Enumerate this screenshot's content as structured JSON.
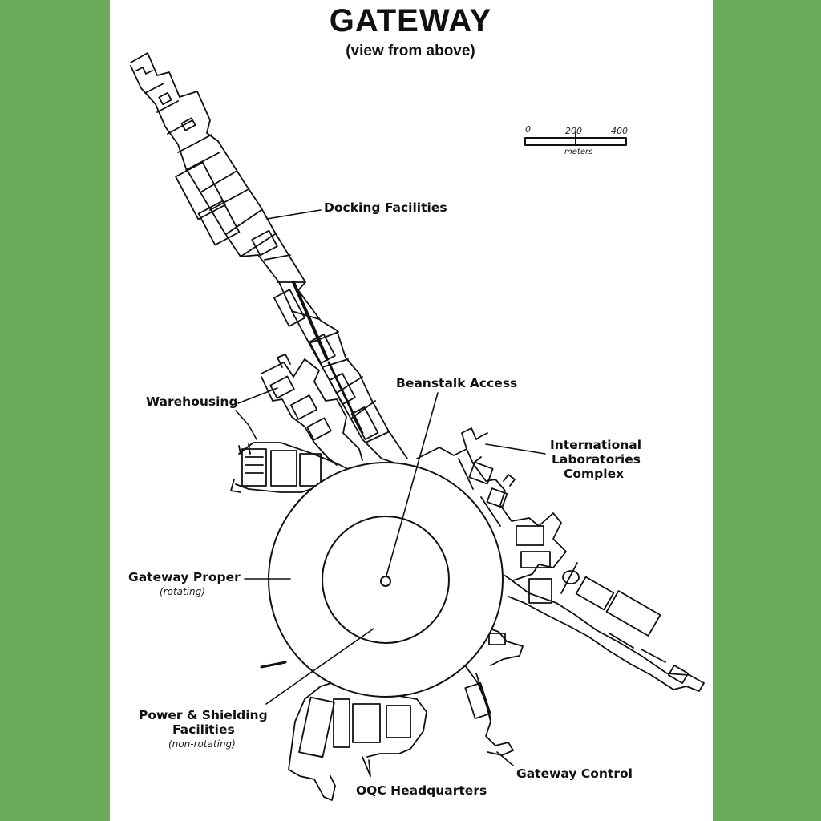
{
  "title": "GATEWAY",
  "subtitle": "(view from above)",
  "scale": {
    "ticks": [
      "0",
      "200",
      "400"
    ],
    "unit": "meters"
  },
  "labels": {
    "docking": "Docking Facilities",
    "beanstalk": "Beanstalk Access",
    "warehousing": "Warehousing",
    "intl_lab": [
      "International",
      "Laboratories",
      "Complex"
    ],
    "gateway_proper": "Gateway Proper",
    "gateway_proper_note": "(rotating)",
    "power": [
      "Power & Shielding",
      "Facilities"
    ],
    "power_note": "(non-rotating)",
    "oqc": "OQC Headquarters",
    "gateway_control": "Gateway Control"
  },
  "colors": {
    "background": "#6aaa58",
    "sheet": "#ffffff",
    "ink": "#111111"
  }
}
